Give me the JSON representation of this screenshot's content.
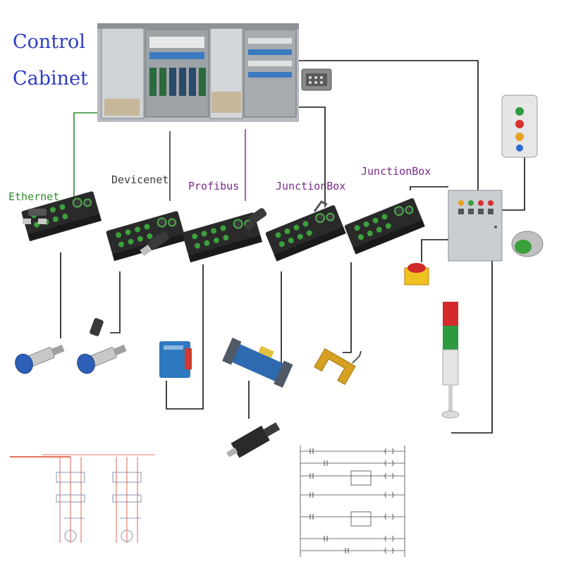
{
  "title": {
    "line1": "Control",
    "line2": "Cabinet"
  },
  "networks": [
    {
      "label": "Ethernet",
      "color": "#2e8b2e"
    },
    {
      "label": "Devicenet",
      "color": "#3a3a3a"
    },
    {
      "label": "Profibus",
      "color": "#7a2a8a"
    },
    {
      "label": "JunctionBox",
      "color": "#7a2a8a"
    },
    {
      "label": "JunctionBox",
      "color": "#7a2a8a"
    }
  ],
  "colors": {
    "ethernet_line": "#2e8b2e",
    "devicenet_line": "#3a3a3a",
    "profibus_line": "#8a3a9a",
    "wire": "#111111",
    "title": "#2e3bc4",
    "module_body": "#2a2a2a",
    "port_green": "#3ca03c",
    "schematic_red": "#e0402a"
  },
  "icons": [
    "control-cabinet-photo",
    "heavy-duty-connector-icon",
    "pushbutton-station-icon",
    "io-module-icon",
    "y-splitter-connector-icon",
    "proximity-sensor-icon",
    "m12-connector-icon",
    "photoelectric-sensor-icon",
    "solenoid-valve-icon",
    "pneumatic-cylinder-icon",
    "fork-sensor-icon",
    "control-box-icon",
    "emergency-stop-icon",
    "pilot-light-icon",
    "signal-tower-icon",
    "electrical-schematic",
    "ladder-diagram"
  ]
}
